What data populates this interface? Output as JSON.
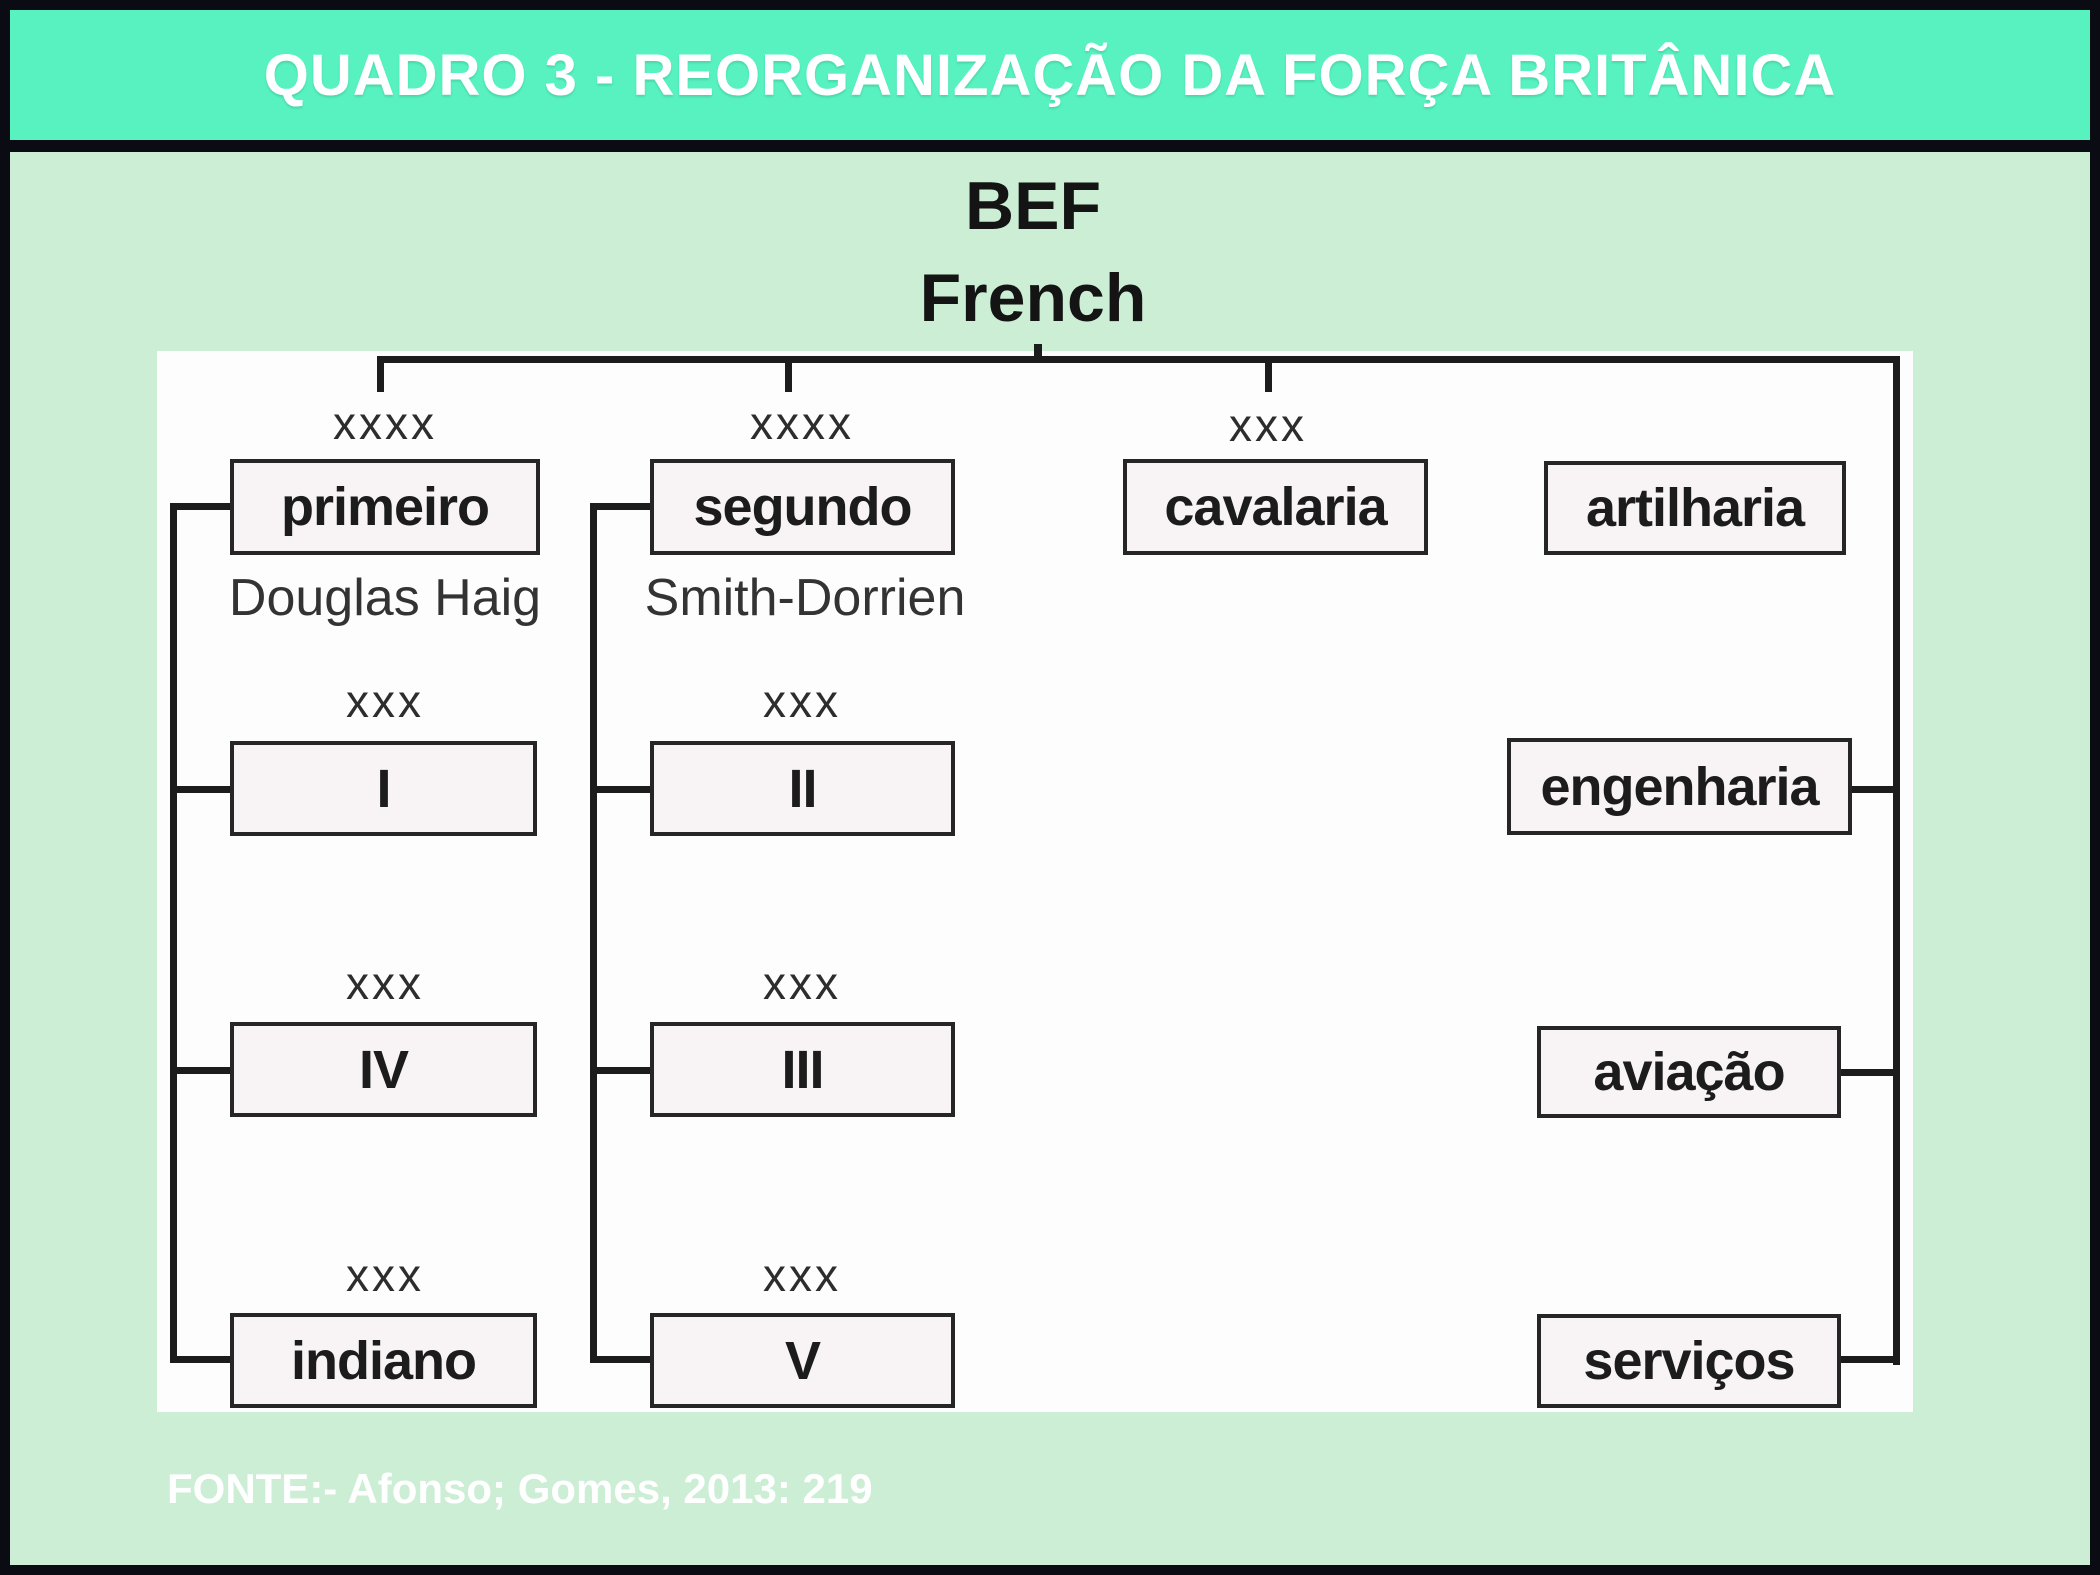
{
  "slide": {
    "title": "QUADRO 3 - REORGANIZAÇÃO DA FORÇA BRITÂNICA",
    "source": "FONTE:- Afonso; Gomes, 2013: 219"
  },
  "colors": {
    "frame": "#0b0b13",
    "header_bg": "#57f2c0",
    "slide_bg": "#cbeed5",
    "panel_bg": "#fdfdfd",
    "node_fill": "#f8f4f5",
    "node_border": "#262626",
    "connector": "#1c1c1c",
    "title_text": "#ffffff",
    "source_text": "#ffffff"
  },
  "org": {
    "root_label": "BEF",
    "root_commander": "French",
    "armies": [
      {
        "rank": "xxxx",
        "name": "primeiro",
        "commander": "Douglas Haig",
        "corps": [
          {
            "rank": "xxx",
            "name": "I"
          },
          {
            "rank": "xxx",
            "name": "IV"
          },
          {
            "rank": "xxx",
            "name": "indiano"
          }
        ]
      },
      {
        "rank": "xxxx",
        "name": "segundo",
        "commander": "Smith-Dorrien",
        "corps": [
          {
            "rank": "xxx",
            "name": "II"
          },
          {
            "rank": "xxx",
            "name": "III"
          },
          {
            "rank": "xxx",
            "name": "V"
          }
        ]
      }
    ],
    "branches": [
      {
        "rank": "xxx",
        "name": "cavalaria"
      },
      {
        "name": "artilharia"
      },
      {
        "name": "engenharia"
      },
      {
        "name": "aviação"
      },
      {
        "name": "serviços"
      }
    ]
  }
}
